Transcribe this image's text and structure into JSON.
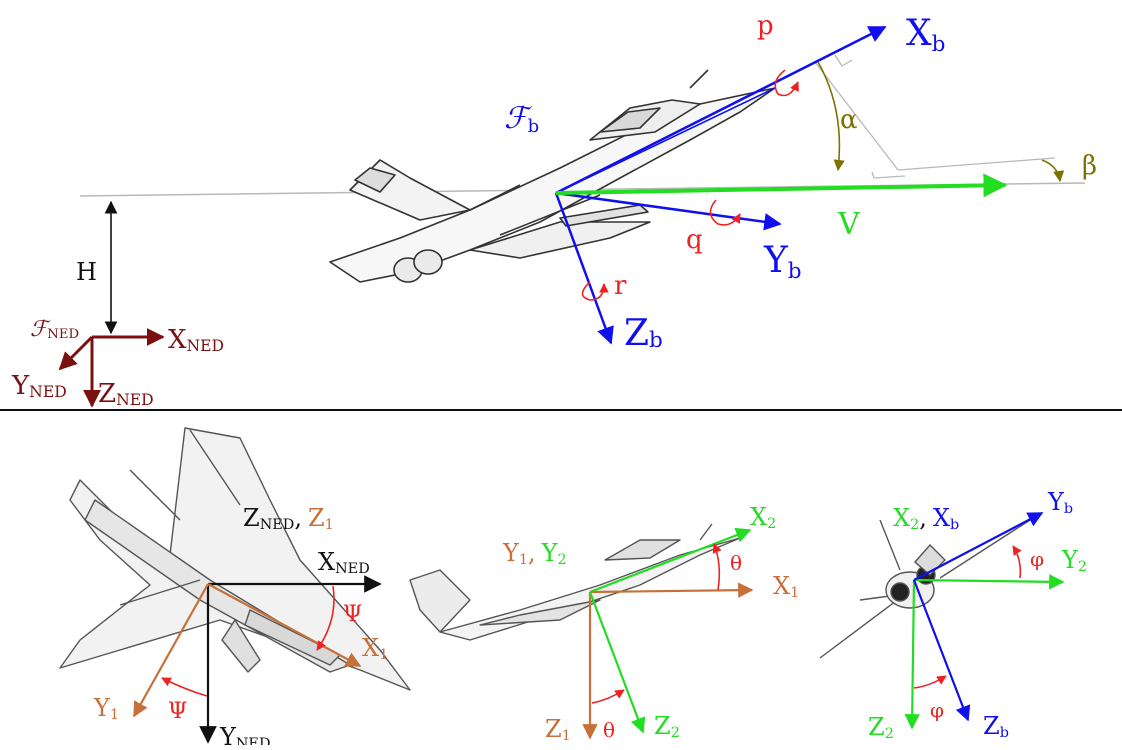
{
  "colors": {
    "body_axes": "#1010ee",
    "ned_axes": "#7a1010",
    "velocity": "#22dd22",
    "rates": "#ee2222",
    "aero_angles": "#807000",
    "frame1": "#c8703a",
    "frame2": "#22dd22",
    "neutral": "#111111",
    "ground_line": "#b8b8b8",
    "aircraft_line": "#444444"
  },
  "top_view": {
    "frame_body": {
      "script": "ℱ",
      "sub": "b"
    },
    "xb": {
      "main": "X",
      "sub": "b"
    },
    "yb": {
      "main": "Y",
      "sub": "b"
    },
    "zb": {
      "main": "Z",
      "sub": "b"
    },
    "p": "p",
    "q": "q",
    "r": "r",
    "alpha": "α",
    "beta": "β",
    "v": "V",
    "h": "H",
    "frame_ned": {
      "script": "ℱ",
      "sub": "NED"
    },
    "xned": {
      "main": "X",
      "sub": "NED"
    },
    "yned": {
      "main": "Y",
      "sub": "NED"
    },
    "zned": {
      "main": "Z",
      "sub": "NED"
    }
  },
  "bottom_left": {
    "zned_main": "Z",
    "zned_sub": "NED",
    "sep": ",",
    "z1_main": "Z",
    "z1_sub": "1",
    "xned": {
      "main": "X",
      "sub": "NED"
    },
    "psi_top": "Ψ",
    "x1": {
      "main": "X",
      "sub": "1"
    },
    "y1": {
      "main": "Y",
      "sub": "1"
    },
    "psi_bottom": "Ψ",
    "yned": {
      "main": "Y",
      "sub": "NED"
    }
  },
  "bottom_middle": {
    "x2": {
      "main": "X",
      "sub": "2"
    },
    "y1_main": "Y",
    "y1_sub": "1",
    "sep": ",",
    "y2_main": "Y",
    "y2_sub": "2",
    "theta_top": "θ",
    "x1": {
      "main": "X",
      "sub": "1"
    },
    "z1": {
      "main": "Z",
      "sub": "1"
    },
    "theta_bottom": "θ",
    "z2": {
      "main": "Z",
      "sub": "2"
    }
  },
  "bottom_right": {
    "x2_main": "X",
    "x2_sub": "2",
    "sep": ",",
    "xb_main": "X",
    "xb_sub": "b",
    "yb": {
      "main": "Y",
      "sub": "b"
    },
    "phi_top": "φ",
    "y2": {
      "main": "Y",
      "sub": "2"
    },
    "z2": {
      "main": "Z",
      "sub": "2"
    },
    "phi_bottom": "φ",
    "zb": {
      "main": "Z",
      "sub": "b"
    }
  }
}
